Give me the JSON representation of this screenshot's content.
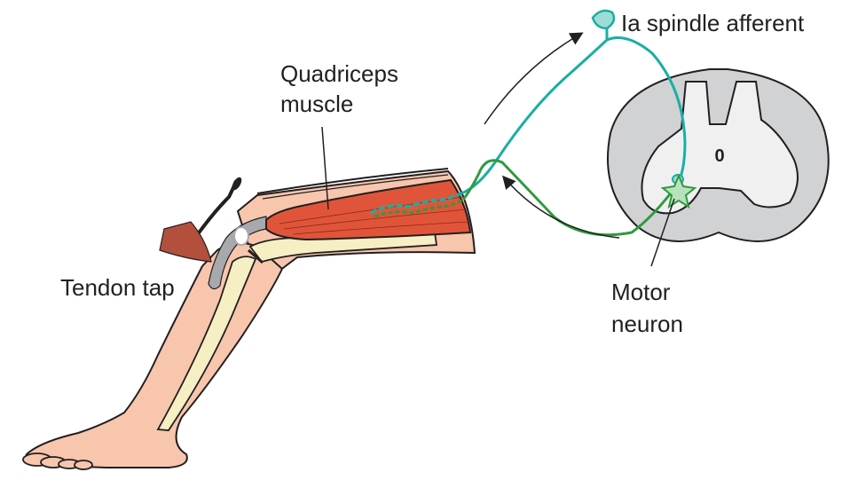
{
  "labels": {
    "spindle_afferent": "Ia spindle afferent",
    "quadriceps_line1": "Quadriceps",
    "quadriceps_line2": "muscle",
    "tendon_tap": "Tendon tap",
    "motor_line1": "Motor",
    "motor_line2": "neuron",
    "central_canal": "0"
  },
  "colors": {
    "afferent": "#1aaea3",
    "efferent": "#2e9a3e",
    "muscle": "#e0553a",
    "skin": "#f7c6ad",
    "bone": "#f6efc4",
    "white_matter": "#d1d2d4",
    "gray_matter": "#f0f0f1",
    "hammer_head": "#b3503d",
    "outline": "#231f20"
  }
}
